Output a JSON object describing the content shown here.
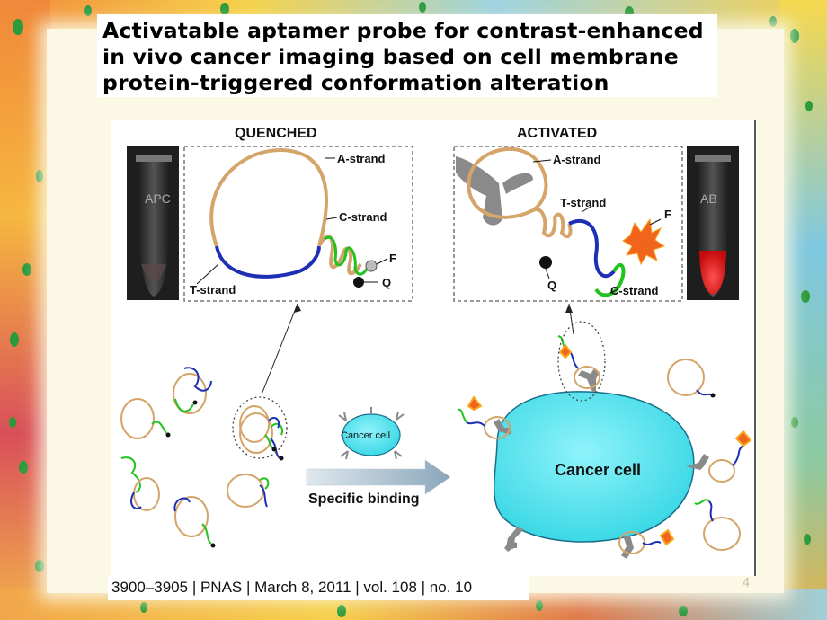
{
  "slide": {
    "title": "Activatable aptamer probe for contrast-enhanced\nin vivo cancer imaging based on cell membrane\nprotein-triggered conformation alteration",
    "citation": "3900–3905 | PNAS | March 8, 2011 | vol. 108 | no. 10",
    "page_number": "4"
  },
  "figure": {
    "quenched": {
      "header": "QUENCHED",
      "tube_label": "APC",
      "a_strand": "A-strand",
      "c_strand": "C-strand",
      "t_strand": "T-strand",
      "f": "F",
      "q": "Q"
    },
    "activated": {
      "header": "ACTIVATED",
      "tube_label": "AB",
      "a_strand": "A-strand",
      "t_strand": "T-strand",
      "c_strand": "C-strand",
      "f": "F",
      "q": "Q"
    },
    "small_cell_label": "Cancer cell",
    "large_cell_label": "Cancer cell",
    "arrow_label": "Specific binding"
  },
  "colors": {
    "a_strand": "#d4a46a",
    "t_strand": "#1c2fb5",
    "c_strand": "#22c21e",
    "cell_fill": "#4ee3ef",
    "cell_stroke": "#1a6f8a",
    "receptor": "#8a8a8a",
    "fluor_burst": "#f0641e",
    "tube_glow": "#ff2a2a"
  }
}
